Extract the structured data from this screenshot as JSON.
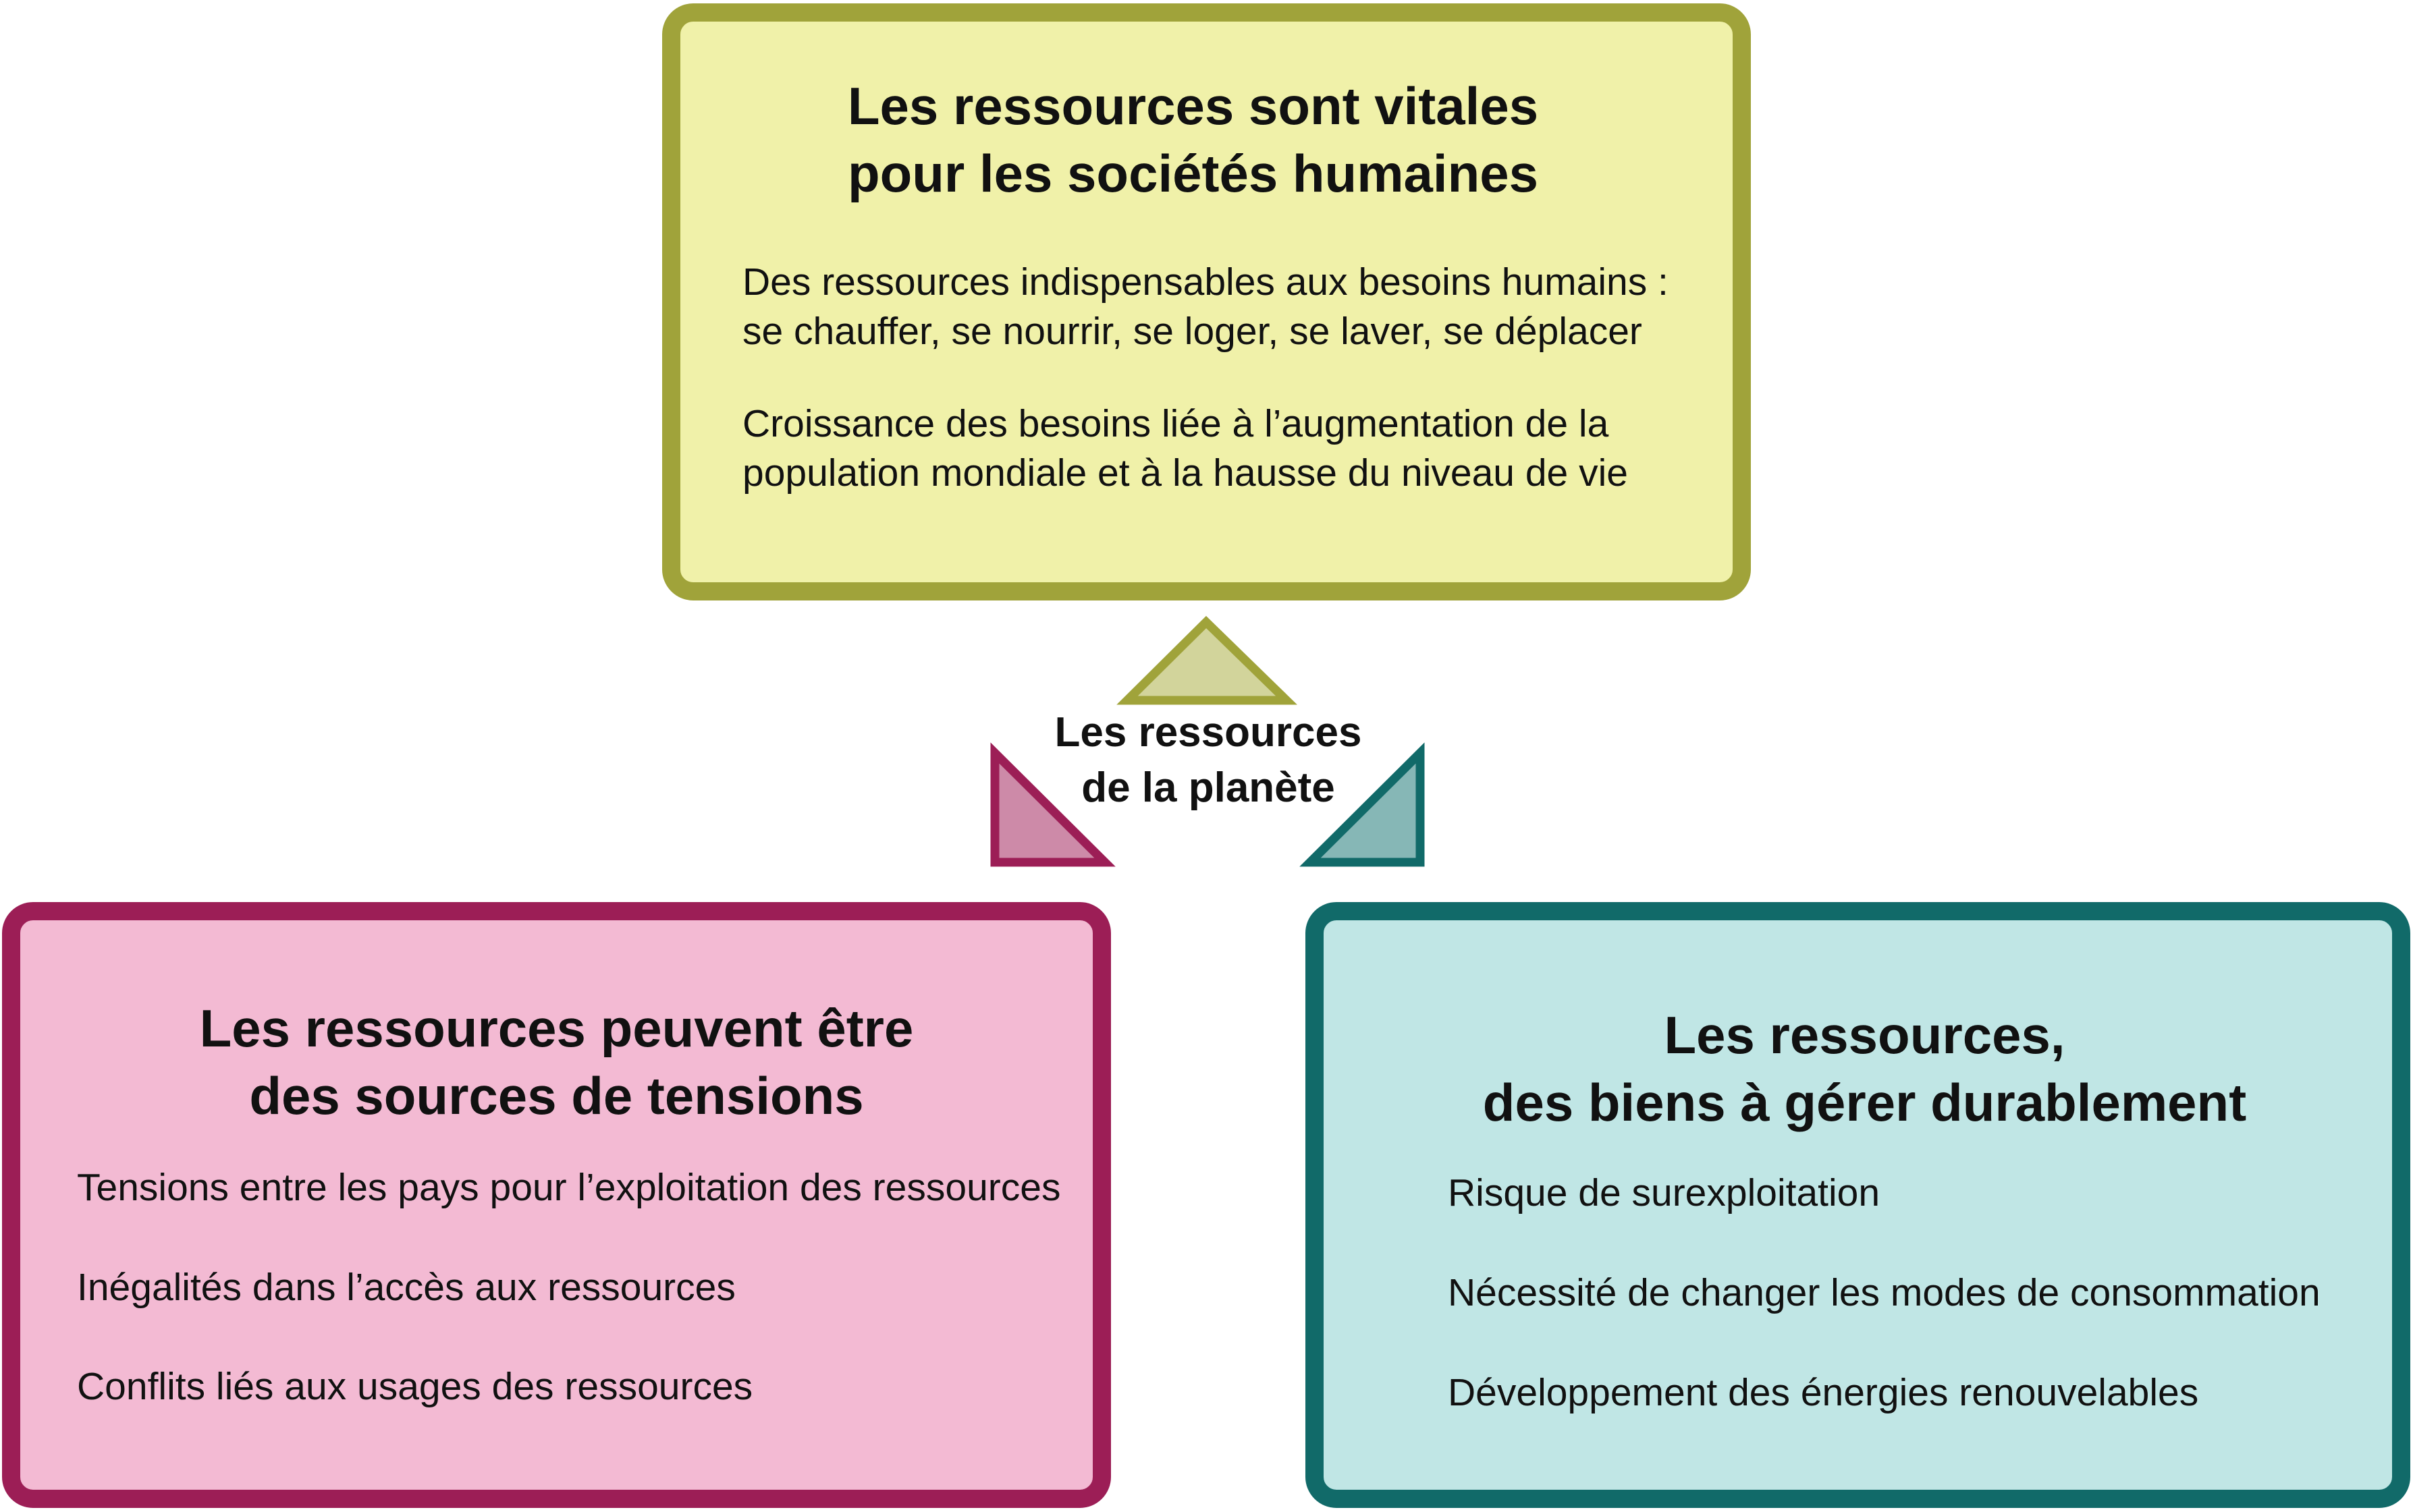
{
  "center": {
    "label": "Les ressources\nde la planète"
  },
  "boxes": {
    "top": {
      "title": "Les ressources sont vitales\npour les sociétés humaines",
      "items": [
        "Des ressources indispensables aux besoins humains :\nse chauffer, se nourrir, se loger, se laver, se déplacer",
        "Croissance des besoins liée à l’augmentation de la\npopulation mondiale et à la hausse du niveau de vie"
      ]
    },
    "left": {
      "title": "Les ressources peuvent être\ndes sources de tensions",
      "items": [
        "Tensions entre les pays pour l’exploitation des ressources",
        "Inégalités dans l’accès aux ressources",
        "Conflits liés aux usages des ressources"
      ]
    },
    "right": {
      "title": "Les ressources,\ndes biens à gérer durablement",
      "items": [
        "Risque de surexploitation",
        "Nécessité de changer les modes de consommation",
        "Développement des énergies renouvelables"
      ]
    }
  },
  "colors": {
    "top_fill": "#f0f1a9",
    "top_border": "#a0a33a",
    "left_fill": "#f3bad3",
    "left_border": "#9c1e56",
    "right_fill": "#c0e6e5",
    "right_border": "#116a69"
  }
}
